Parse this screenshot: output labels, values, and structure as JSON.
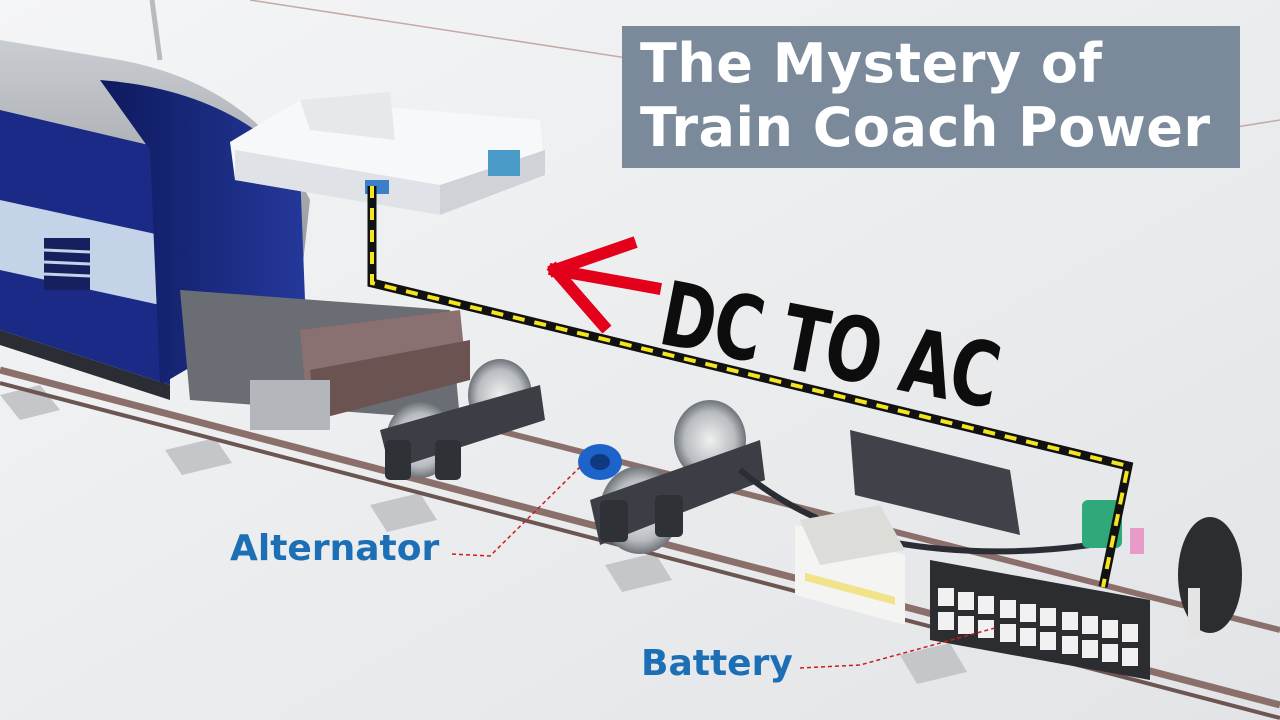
{
  "title": {
    "line1": "The Mystery of",
    "line2": "Train Coach Power"
  },
  "annotation": "DC TO AC",
  "labels": {
    "alternator": "Alternator",
    "battery": "Battery"
  },
  "colors": {
    "title_box": "#7a8a9a",
    "label_blue": "#1c6fb5",
    "arrow_red": "#e3001b",
    "cable_yellow": "#f5e51f",
    "coach_blue": "#1b2a86"
  }
}
